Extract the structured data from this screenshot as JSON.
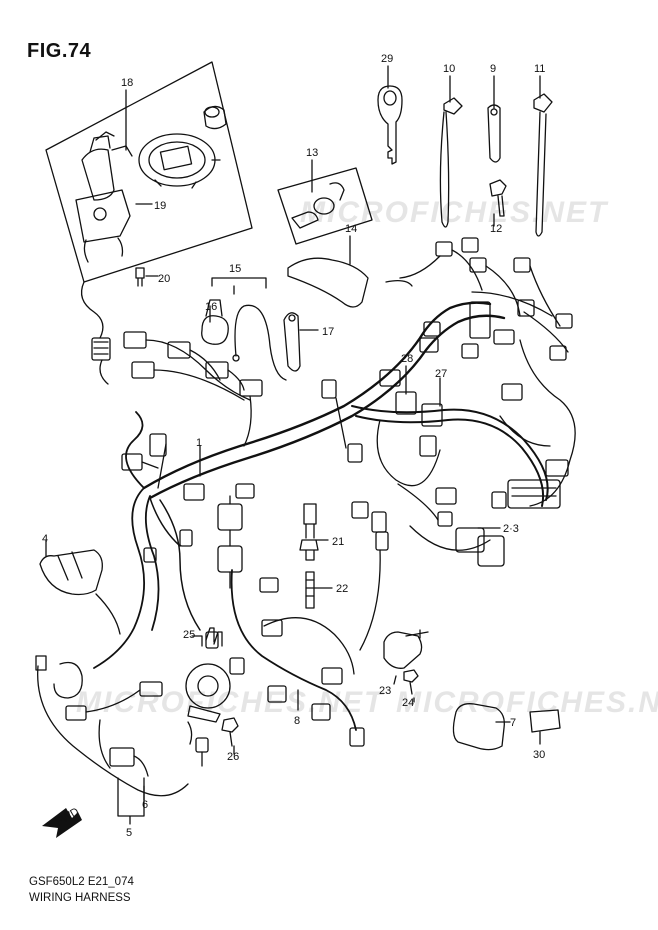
{
  "figure": {
    "title": "FIG.74",
    "model_code": "GSF650L2 E21_074",
    "name": "WIRING HARNESS",
    "watermark_1": "MICROFICHES.NET",
    "watermark_2": "MICROFICHES.NET",
    "watermark_3": "MICROFICHES.NET",
    "fwd_label": "FWD"
  },
  "callouts": [
    {
      "id": "c18",
      "label": "18"
    },
    {
      "id": "c19",
      "label": "19"
    },
    {
      "id": "c20",
      "label": "20"
    },
    {
      "id": "c29",
      "label": "29"
    },
    {
      "id": "c10",
      "label": "10"
    },
    {
      "id": "c9",
      "label": "9"
    },
    {
      "id": "c11",
      "label": "11"
    },
    {
      "id": "c13",
      "label": "13"
    },
    {
      "id": "c12",
      "label": "12"
    },
    {
      "id": "c14",
      "label": "14"
    },
    {
      "id": "c15",
      "label": "15"
    },
    {
      "id": "c16",
      "label": "16"
    },
    {
      "id": "c17",
      "label": "17"
    },
    {
      "id": "c28",
      "label": "28"
    },
    {
      "id": "c27",
      "label": "27"
    },
    {
      "id": "c1",
      "label": "1"
    },
    {
      "id": "c4",
      "label": "4"
    },
    {
      "id": "c23b",
      "label": "2·3"
    },
    {
      "id": "c21",
      "label": "21"
    },
    {
      "id": "c22",
      "label": "22"
    },
    {
      "id": "c25",
      "label": "25"
    },
    {
      "id": "c23",
      "label": "23"
    },
    {
      "id": "c24",
      "label": "24"
    },
    {
      "id": "c8",
      "label": "8"
    },
    {
      "id": "c7",
      "label": "7"
    },
    {
      "id": "c30",
      "label": "30"
    },
    {
      "id": "c26",
      "label": "26"
    },
    {
      "id": "c6",
      "label": "6"
    },
    {
      "id": "c5",
      "label": "5"
    }
  ]
}
